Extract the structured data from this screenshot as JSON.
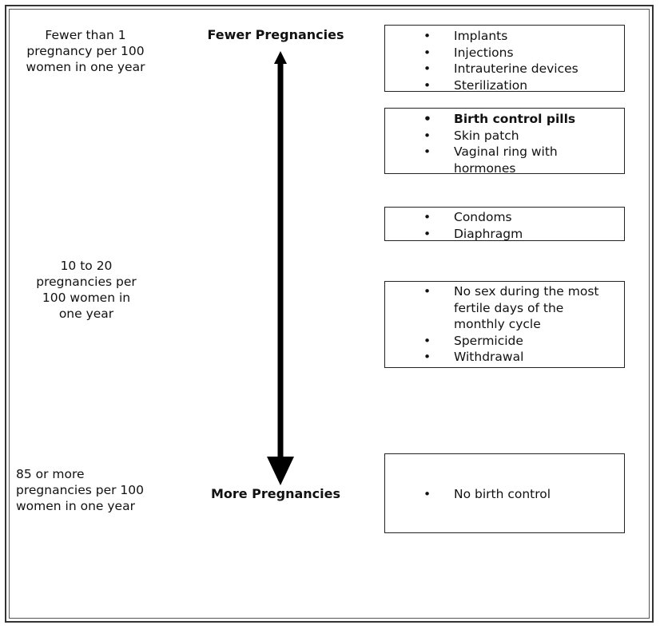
{
  "left_labels": {
    "top": "Fewer than 1 pregnancy per 100 women in one year",
    "middle": "10 to 20 pregnancies per 100 women in one year",
    "bottom": "85 or more pregnancies per 100 women in one year"
  },
  "axis": {
    "top_label": "Fewer Pregnancies",
    "bottom_label": "More Pregnancies"
  },
  "method_groups": [
    {
      "items": [
        {
          "text": "Implants",
          "bold": false
        },
        {
          "text": "Injections",
          "bold": false
        },
        {
          "text": "Intrauterine devices",
          "bold": false
        },
        {
          "text": "Sterilization",
          "bold": false
        }
      ]
    },
    {
      "items": [
        {
          "text": "Birth control pills",
          "bold": true
        },
        {
          "text": "Skin patch",
          "bold": false
        },
        {
          "text": "Vaginal ring with hormones",
          "bold": false
        }
      ]
    },
    {
      "items": [
        {
          "text": "Condoms",
          "bold": false
        },
        {
          "text": "Diaphragm",
          "bold": false
        }
      ]
    },
    {
      "items": [
        {
          "text": "No sex during the most fertile days of the monthly cycle",
          "bold": false
        },
        {
          "text": "Spermicide",
          "bold": false
        },
        {
          "text": "Withdrawal",
          "bold": false
        }
      ]
    },
    {
      "items": [
        {
          "text": "No birth control",
          "bold": false
        }
      ]
    }
  ]
}
